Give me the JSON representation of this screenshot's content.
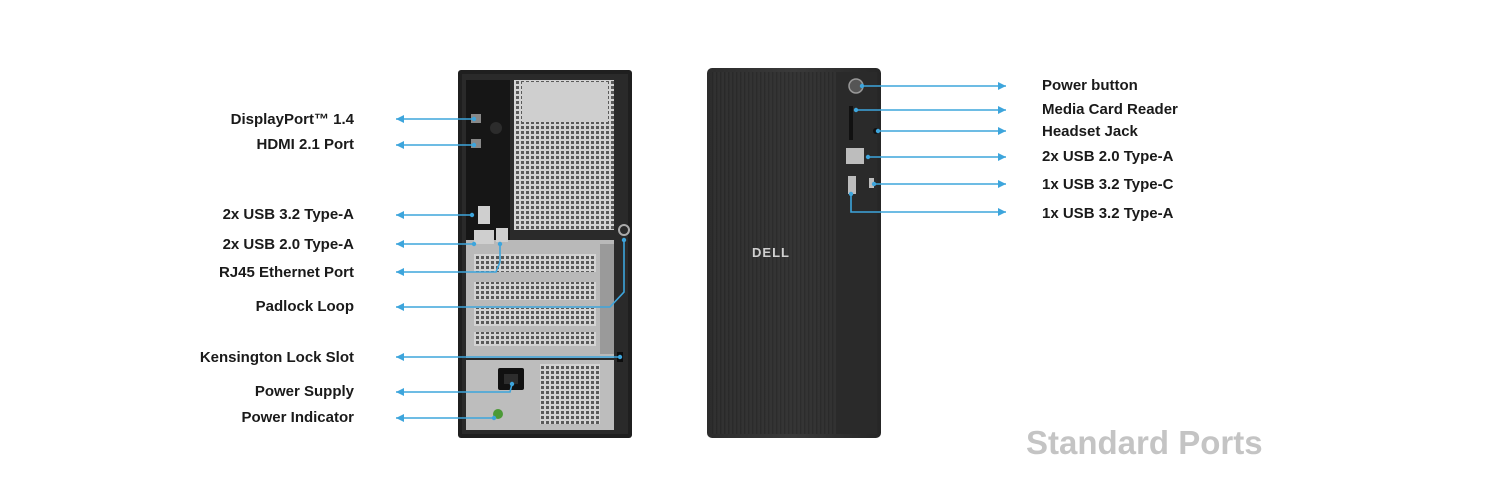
{
  "left_labels": [
    "DisplayPort™ 1.4",
    "HDMI 2.1 Port",
    "2x USB 3.2 Type-A",
    "2x USB 2.0 Type-A",
    "RJ45 Ethernet Port",
    "Padlock Loop",
    "Kensington Lock Slot",
    "Power Supply",
    "Power Indicator"
  ],
  "right_labels": [
    "Power button",
    "Media Card Reader",
    "Headset Jack",
    "2x USB 2.0 Type-A",
    "1x USB 3.2 Type-C",
    "1x USB 3.2 Type-A"
  ],
  "brand": "DELL",
  "caption": "Standard Ports",
  "colors": {
    "callout": "#3da5dc",
    "caption": "#c4c4c4",
    "case": "#2b2b2b"
  }
}
